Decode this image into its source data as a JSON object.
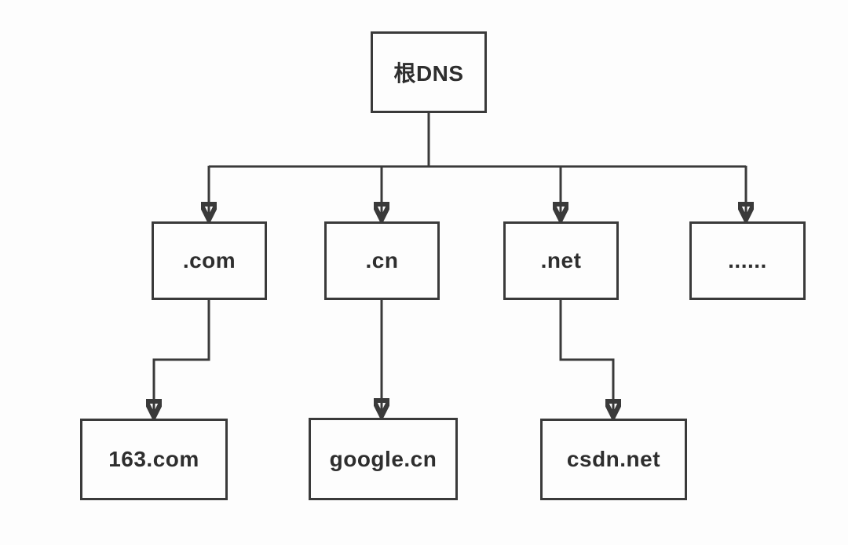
{
  "diagram": {
    "type": "tree",
    "description": "DNS hierarchy",
    "nodes": [
      {
        "id": "root",
        "label": "根DNS"
      },
      {
        "id": "com",
        "label": ".com"
      },
      {
        "id": "cn",
        "label": ".cn"
      },
      {
        "id": "net",
        "label": ".net"
      },
      {
        "id": "others",
        "label": "......"
      },
      {
        "id": "163com",
        "label": "163.com"
      },
      {
        "id": "googlecn",
        "label": "google.cn"
      },
      {
        "id": "csdnnet",
        "label": "csdn.net"
      }
    ],
    "edges": [
      {
        "from": "root",
        "to": "com"
      },
      {
        "from": "root",
        "to": "cn"
      },
      {
        "from": "root",
        "to": "net"
      },
      {
        "from": "root",
        "to": "others"
      },
      {
        "from": "com",
        "to": "163com"
      },
      {
        "from": "cn",
        "to": "googlecn"
      },
      {
        "from": "net",
        "to": "csdnnet"
      }
    ],
    "colors": {
      "line": "#3a3a3a",
      "text": "#2e2e2e",
      "background": "#fdfdfd"
    }
  }
}
